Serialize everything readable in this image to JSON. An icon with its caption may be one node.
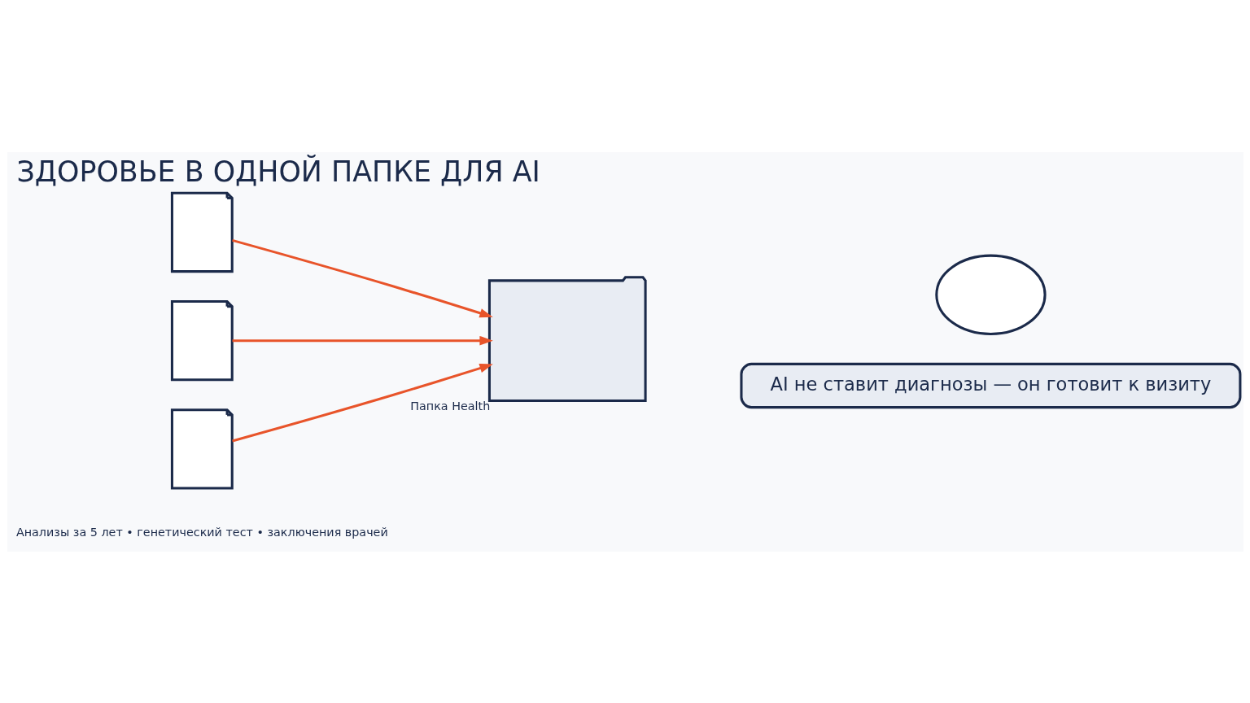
{
  "diagram": {
    "title": "ЗДОРОВЬЕ В ОДНОЙ ПАПКЕ ДЛЯ AI",
    "nodes": [
      {
        "text": [],
        "shape": "document"
      },
      {
        "text": [],
        "shape": "document"
      },
      {
        "text": [],
        "shape": "document"
      },
      {
        "text": [],
        "shape": "folder",
        "beside": [
          "Папка Health"
        ]
      },
      {
        "text": [],
        "shape": "bubble"
      },
      {
        "text": [
          "AI не ставит диагнозы — он готовит к визиту"
        ]
      }
    ],
    "edges": [
      {
        "from": 0,
        "to": 3,
        "arrow": "to"
      },
      {
        "from": 1,
        "to": 3,
        "arrow": "to"
      },
      {
        "from": 2,
        "to": 3,
        "arrow": "to"
      }
    ],
    "labels": [
      "Анализы за 5 лет • генетический тест • заключения врачей"
    ]
  }
}
